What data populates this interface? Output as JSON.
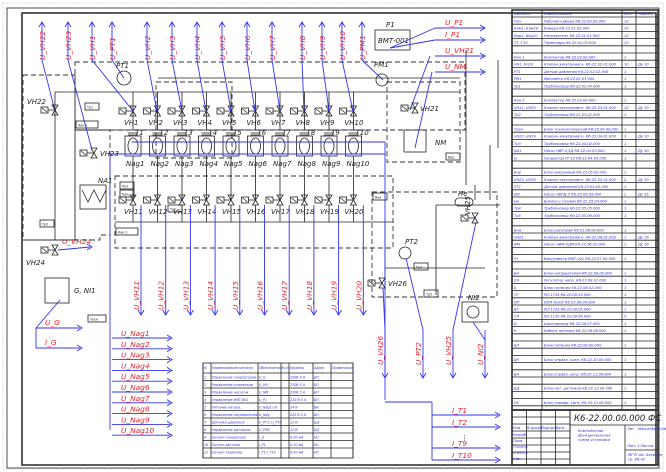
{
  "drawing": {
    "code": "К6-22.00.00.000 ФС",
    "title_lines": [
      "Комплексная",
      "функциональная",
      "схема установки"
    ],
    "stamp": {
      "lit": "Лит",
      "mass": "Масса",
      "scale": "Масштаб",
      "sheet": "Лист 1",
      "sheets": "Листов 1",
      "org_lines": [
        "МГТУ им. Баумана",
        "гр. К6-42"
      ],
      "cols": [
        "Изм",
        "N докум.",
        "Подпись",
        "Дата"
      ],
      "rows": [
        "Разраб.",
        "Пров.",
        "Т.контр.",
        "Н.контр.",
        "Утв."
      ]
    }
  },
  "top_signals": [
    "U_VH22",
    "U_VH23",
    "U_VH1",
    "U_PT1",
    "U_VH2",
    "U_VH3",
    "U_VH4",
    "U_VH5",
    "U_VH6",
    "U_VH7",
    "U_VH8",
    "U_VH9",
    "U_VH10",
    "U_PM1"
  ],
  "right_signals": [
    "U_P1",
    "I_P1",
    "U_VH21",
    "U_NM"
  ],
  "bottom_signals": [
    "U_VH11",
    "U_VH12",
    "U_VH13",
    "U_VH14",
    "U_VH15",
    "U_VH16",
    "U_VH17",
    "U_VH18",
    "U_VH19",
    "U_VH20"
  ],
  "lower_right_signals": [
    "U_VH26",
    "U_PT2",
    "U_VH25",
    "U_NI2"
  ],
  "t_signals": [
    "I_T1",
    "I_T2",
    "I_T9",
    "I_T10"
  ],
  "g_signals": [
    "U_G",
    "I_G"
  ],
  "vh24_signal": "U_VH24",
  "nag_signals": [
    "U_Nag1",
    "U_Nag2",
    "U_Nag3",
    "U_Nag4",
    "U_Nag5",
    "U_Nag6",
    "U_Nag7",
    "U_Nag8",
    "U_Nag9",
    "U_Nag10"
  ],
  "components": {
    "upper_valves": [
      "VH1",
      "VH2",
      "VH3",
      "VH4",
      "VH5",
      "VH6",
      "VH7",
      "VH8",
      "VH9",
      "VH10"
    ],
    "lower_valves": [
      "VH11",
      "VH12",
      "VH13",
      "VH14",
      "VH15",
      "VH16",
      "VH17",
      "VH18",
      "VH19",
      "VH20"
    ],
    "thermo": [
      "T1",
      "T2",
      "T3",
      "T4",
      "T5",
      "T6",
      "T7",
      "T8",
      "T9",
      "T10"
    ],
    "heaters": [
      "Nag1",
      "Nag2",
      "Nag3",
      "Nag4",
      "Nag5",
      "Nag6",
      "Nag7",
      "Nag8",
      "Nag9",
      "Nag10"
    ],
    "pump_title": "P1",
    "pump_model": "ВМТ-001",
    "pt1": "PT1",
    "pm1": "PM1",
    "pt2": "PT2",
    "vh21": "VH21",
    "vh22": "VH22",
    "vh23": "VH23",
    "vh24": "VH24",
    "vh25": "VH25",
    "vh26": "VH26",
    "nm": "NM",
    "na1": "NA1",
    "ni1": "G, NI1",
    "ni2": "NI2",
    "he": "He",
    "tags": {
      "kan1": "Кан 1",
      "kan2": "Кан 2",
      "tr1": "Тр1",
      "tr2": "Тр2",
      "tr3": "Тр3",
      "tr4": "Тр4",
      "tr5": "Тр5",
      "bnr": "Внр",
      "vna": "Вна",
      "pec": "Печ",
      "kam": "Кам",
      "tech": "Техн"
    }
  },
  "signal_table": {
    "headers": [
      "N",
      "Наименование сигнала",
      "Обозначение",
      "Кол",
      "Уровень",
      "Адрес",
      "Примечание"
    ],
    "rows": [
      [
        "1",
        "Управление генератором",
        "U_G",
        "",
        "220В 5 А",
        "БП",
        ""
      ],
      [
        "2",
        "Управление клапанами",
        "U_VH",
        "",
        "220В 5 А",
        "БП",
        ""
      ],
      [
        "3",
        "Управление насосом",
        "U_NM",
        "",
        "220В 5 А",
        "БП",
        ""
      ],
      [
        "4",
        "Управление ВМТ-001",
        "U_P1",
        "",
        "220 В 5 А",
        "БП",
        ""
      ],
      [
        "5",
        "Питание нагрев.",
        "U_Nag1-10",
        "",
        "24 В",
        "БК",
        ""
      ],
      [
        "6",
        "Управление нагревателем",
        "U_Nag",
        "",
        "220 В 5 А",
        "БН",
        ""
      ],
      [
        "7",
        "Датчики давления",
        "U_PT1, U_PT2",
        "",
        "12 В",
        "БД",
        ""
      ],
      [
        "8",
        "Управление датчиком",
        "U_PM1",
        "",
        "12 В",
        "БД",
        ""
      ],
      [
        "9",
        "Сигнал генератора",
        "I_G",
        "",
        "0-20 мА",
        "НС",
        ""
      ],
      [
        "10",
        "Сигнал датчика",
        "I_P1",
        "",
        "0-20 мА",
        "НС",
        ""
      ],
      [
        "11",
        "Сигнал термопар",
        "I_T1-I_T10",
        "",
        "0-20 мА",
        "НС",
        ""
      ]
    ]
  },
  "bom": {
    "headers": [
      "Обознач.",
      "Наименование",
      "Кол.",
      "Примеч."
    ],
    "rows": [
      [
        "Печ",
        "Рабочая камера К6-22.00.00.000",
        "10",
        ""
      ],
      [
        "Кам1..Кам10",
        "Камера К6-22.01.00.000",
        "10",
        ""
      ],
      [
        "Nag1..Nag10",
        "Нагреватель К6-22.01.01.000",
        "10",
        ""
      ],
      [
        "T1..T10",
        "Термопара К6-22.01.02.000",
        "10",
        ""
      ],
      [
        "",
        "",
        "",
        ""
      ],
      [
        "Кан 1",
        "Коллектор К6-22.02.00.000",
        "1",
        ""
      ],
      [
        "VH1..VH10",
        "Клапан электромагн. К6-22.02.01.000",
        "10",
        "Ду 10"
      ],
      [
        "PT1",
        "Датчик давления К6-22.02.02.000",
        "1",
        ""
      ],
      [
        "PM1",
        "Манометр К6-22.02.03.000",
        "1",
        ""
      ],
      [
        "Тр1",
        "Трубопровод К6-22.02.04.000",
        "1",
        ""
      ],
      [
        "",
        "",
        "",
        ""
      ],
      [
        "Кан 2",
        "Коллектор К6-22.03.00.000",
        "1",
        ""
      ],
      [
        "VH11..VH20",
        "Клапан электромагн. К6-22.03.01.000",
        "10",
        "Ду 10"
      ],
      [
        "Тр2",
        "Трубопровод К6-22.03.02.000",
        "1",
        ""
      ],
      [
        "",
        "",
        "",
        ""
      ],
      [
        "Техн",
        "Блок технологический К6-22.04.00.000",
        "1",
        ""
      ],
      [
        "VH22..VH24",
        "Клапан электромагн. К6-22.04.01.000",
        "3",
        "Ду 10"
      ],
      [
        "Тр3",
        "Трубопровод К6-22.04.02.000",
        "1",
        ""
      ],
      [
        "NA1",
        "Насос НВР-4,5Д К6-22.04.03.000",
        "1",
        "Ду 40"
      ],
      [
        "G",
        "Генератор ГР-15 К6-22.04.04.000",
        "1",
        ""
      ],
      [
        "",
        "",
        "",
        ""
      ],
      [
        "Внр",
        "Блок вакуумный К6-22.05.00.000",
        "1",
        ""
      ],
      [
        "VH25..VH26",
        "Клапан электромагн. К6-22.05.01.000",
        "2",
        "Ду 10"
      ],
      [
        "PT2",
        "Датчик давления К6-22.05.02.000",
        "1",
        ""
      ],
      [
        "NI2",
        "Насос НВРД-5 К6-22.05.03.000",
        "1",
        "Ду 25"
      ],
      [
        "He",
        "Баллон с гелием К6-22.05.04.000",
        "1",
        ""
      ],
      [
        "Тр4",
        "Трубопровод К6-22.05.05.000",
        "1",
        ""
      ],
      [
        "Тр5",
        "Трубопровод К6-22.05.06.000",
        "1",
        ""
      ],
      [
        "",
        "",
        "",
        ""
      ],
      [
        "Вна",
        "Блок насосный К6-22.06.00.000",
        "1",
        ""
      ],
      [
        "VH21",
        "Клапан электромагн. К6-22.06.01.000",
        "1",
        "Ду 16"
      ],
      [
        "NM",
        "Насос НВМ-5ДМ К6-22.06.02.000",
        "1",
        "Ду 16"
      ],
      [
        "",
        "",
        "",
        ""
      ],
      [
        "P1",
        "Вакуумметр ВМТ-001 К6-22.07.00.000",
        "1",
        ""
      ],
      [
        "",
        "",
        "",
        ""
      ],
      [
        "БН",
        "Блок нагревателей К6-22.08.00.000",
        "1",
        ""
      ],
      [
        "СН",
        "Регулятор напр. К6-22.08.01.000",
        "1",
        ""
      ],
      [
        "Б",
        "Блок питания К6-22.08.02.000",
        "1",
        ""
      ],
      [
        "ТР",
        "РО-1734 К6-22.08.03.000",
        "1",
        ""
      ],
      [
        "ИП",
        "ИОЛ-4/10У К6-22.08.04.000",
        "1",
        ""
      ],
      [
        "БР",
        "РО-1733 К6-22.08.05.000",
        "1",
        ""
      ],
      [
        "СЯ",
        "РО-1130 К6-22.08.06.000",
        "2",
        ""
      ],
      [
        "И",
        "Шинопровод К6-22.08.07.000",
        "1",
        ""
      ],
      [
        "К",
        "Кабель питания К6-22.08.08.000",
        "1",
        ""
      ],
      [
        "",
        "",
        "",
        ""
      ],
      [
        "БП",
        "Блок питания К6-22.09.00.000",
        "1",
        ""
      ],
      [
        "",
        "",
        "",
        ""
      ],
      [
        "БК",
        "Блок управл. клап. К6-22.10.00.000",
        "1",
        ""
      ],
      [
        "",
        "",
        "",
        ""
      ],
      [
        "БН",
        "Блок управл. нагр. К6-22.11.00.000",
        "1",
        ""
      ],
      [
        "",
        "",
        "",
        ""
      ],
      [
        "БД",
        "Блок пит. датчиков К6-22.12.00.000",
        "1",
        ""
      ],
      [
        "",
        "",
        "",
        ""
      ],
      [
        "НС",
        "Блок нормир. сигн. К6-22.13.00.000",
        "1",
        ""
      ],
      [
        "",
        "",
        "",
        ""
      ],
      [
        "ПИ",
        "Пульт управл. К6-22.14.00.000",
        "1",
        ""
      ]
    ]
  },
  "colors": {
    "signal_text": "#e8242b",
    "signal_line": "#3333ee",
    "drawing": "#222222"
  }
}
